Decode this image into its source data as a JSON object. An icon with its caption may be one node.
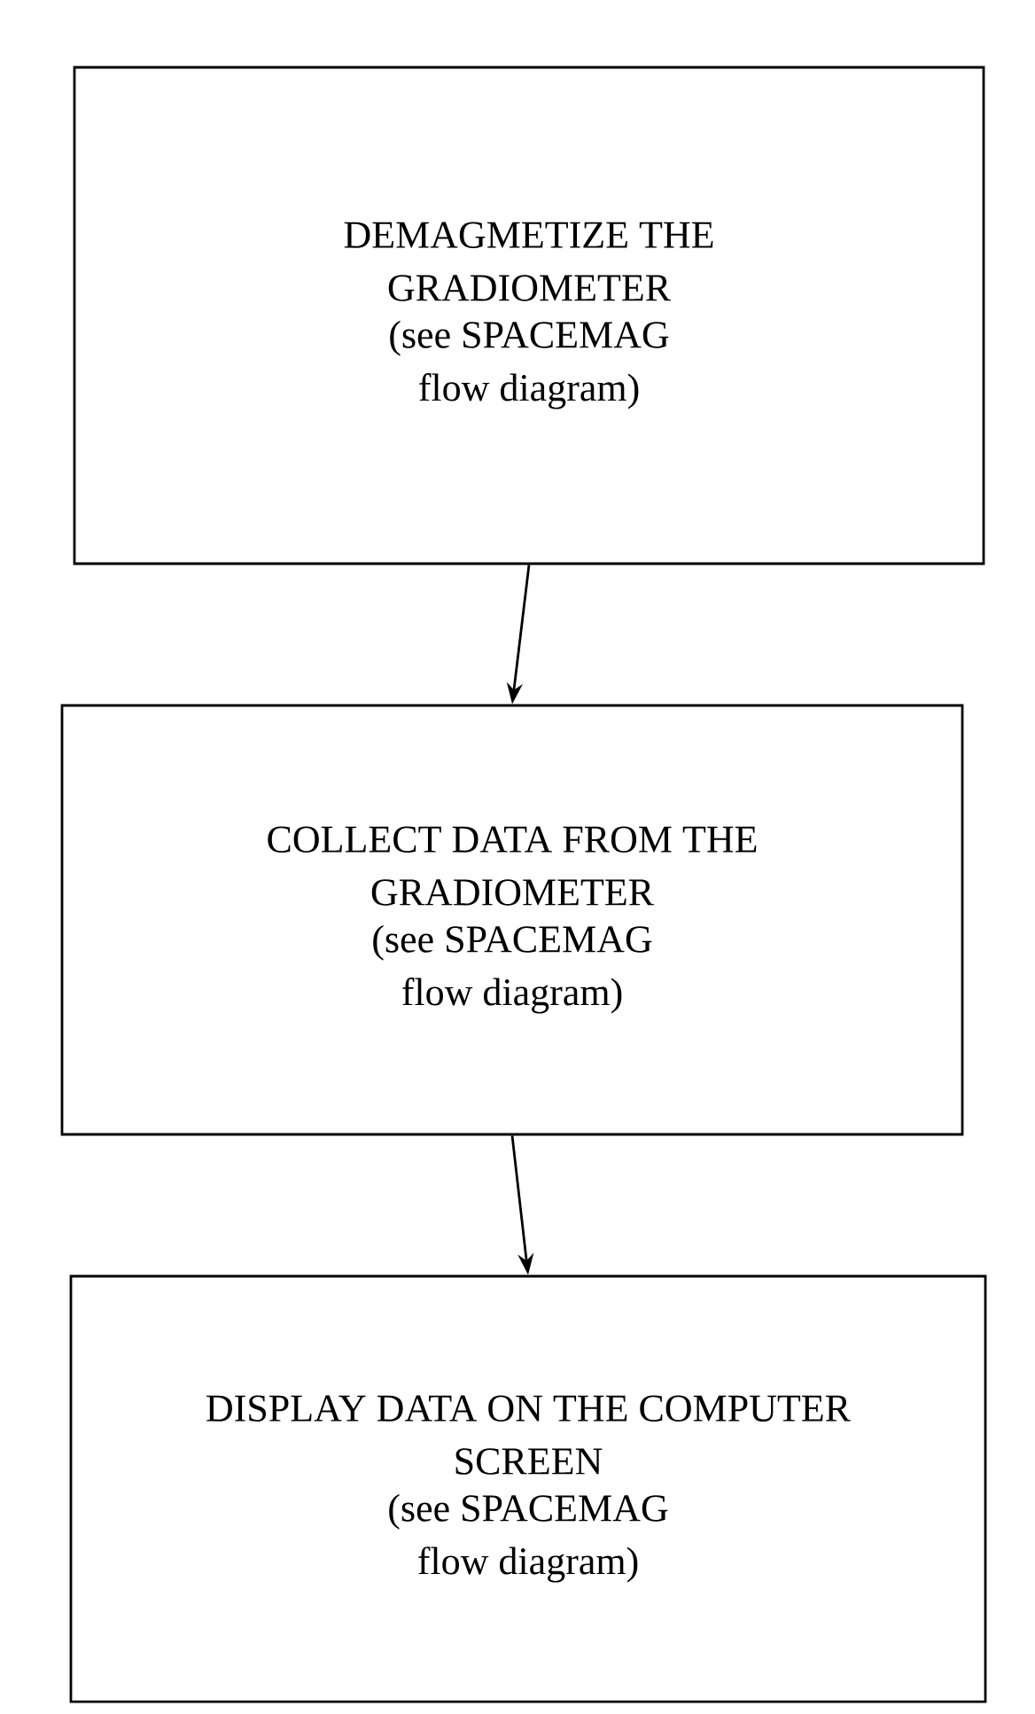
{
  "diagram": {
    "nodes": [
      {
        "text": [
          "DEMAGMETIZE THE GRADIOMETER",
          "(see SPACEMAG flow diagram)"
        ]
      },
      {
        "text": [
          "COLLECT DATA FROM THE GRADIOMETER",
          "(see SPACEMAG flow diagram)"
        ]
      },
      {
        "text": [
          "DISPLAY DATA ON THE COMPUTER SCREEN",
          "(see SPACEMAG flow diagram)"
        ]
      }
    ],
    "edges": [
      {
        "from": 0,
        "to": 1,
        "arrow": "to"
      },
      {
        "from": 1,
        "to": 2,
        "arrow": "to"
      }
    ]
  }
}
